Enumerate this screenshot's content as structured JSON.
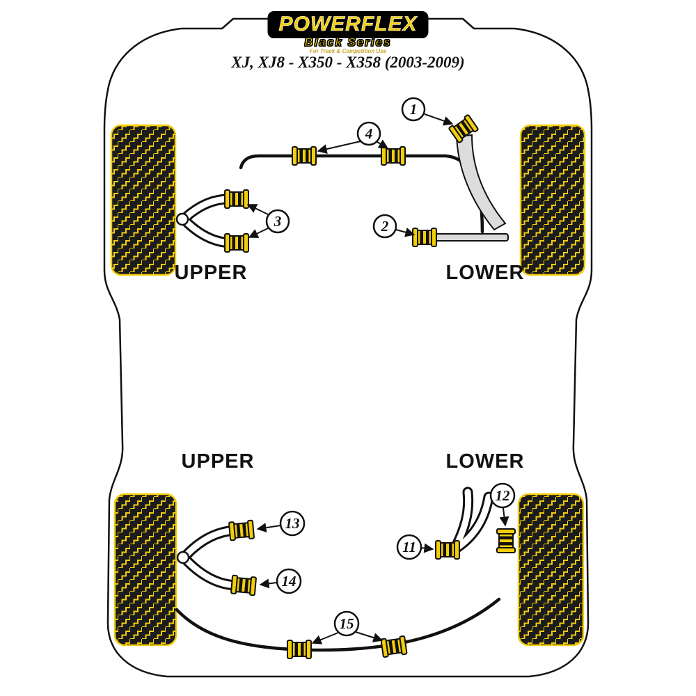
{
  "colors": {
    "yellow": "#F2CE0C",
    "gold": "#C9A227",
    "gray": "#DCDCDC",
    "black": "#111111"
  },
  "logo": {
    "brand": "POWERFLEX",
    "series": "Black Series",
    "tagline": "For Track & Competition Use"
  },
  "title": "XJ, XJ8 - X350 - X358 (2003-2009)",
  "sections": {
    "front": {
      "upper": "UPPER",
      "lower": "LOWER"
    },
    "rear": {
      "upper": "UPPER",
      "lower": "LOWER"
    }
  },
  "callouts": {
    "front": [
      {
        "number": "1"
      },
      {
        "number": "2"
      },
      {
        "number": "3"
      },
      {
        "number": "4"
      }
    ],
    "rear": [
      {
        "number": "11"
      },
      {
        "number": "12"
      },
      {
        "number": "13"
      },
      {
        "number": "14"
      },
      {
        "number": "15"
      }
    ]
  }
}
